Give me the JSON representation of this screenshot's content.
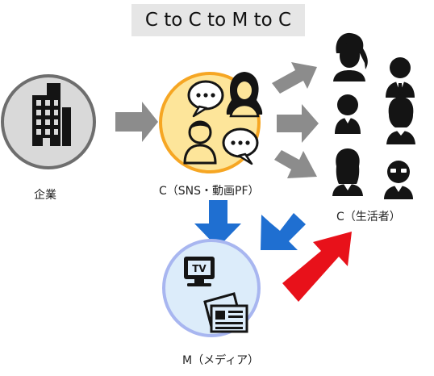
{
  "title": "C to C to M to C",
  "nodes": {
    "company": {
      "label": "企業",
      "icon": "office-building-icon"
    },
    "c_sns": {
      "label": "C（SNS・動画PF）",
      "icon": "chatting-people-icon"
    },
    "c_consumers": {
      "label": "C（生活者）",
      "icon": "people-group-icon"
    },
    "media": {
      "label": "M（メディア）",
      "icon": "tv-newspaper-icon"
    }
  },
  "colors": {
    "gray_arrow": "#8c8c8c",
    "blue_arrow": "#1f6fd1",
    "red_arrow": "#e8111a",
    "company_fill": "#d9d9d9",
    "company_stroke": "#6e6e6e",
    "sns_fill": "#fde59a",
    "sns_stroke": "#f6a623",
    "media_fill": "#dcecfa",
    "media_stroke": "#a8b6f0"
  }
}
